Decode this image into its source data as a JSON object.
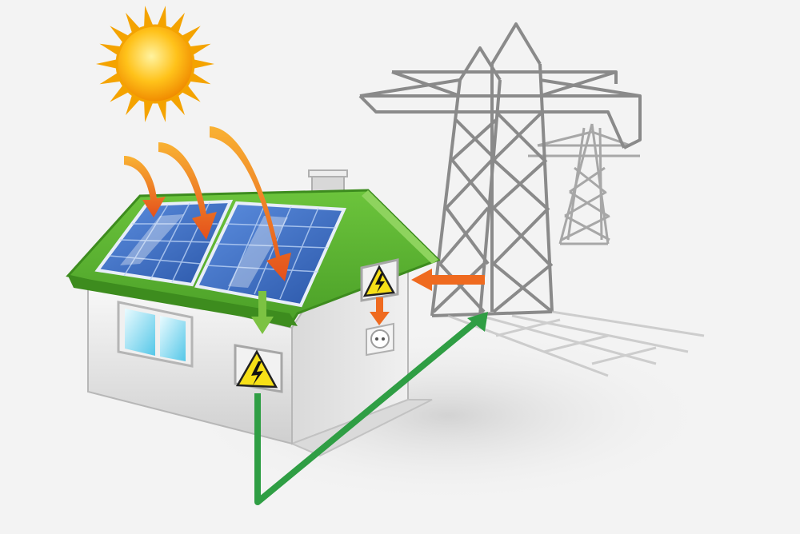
{
  "diagram": {
    "title": "",
    "components": [
      {
        "id": "sun",
        "icon": "sun-icon"
      },
      {
        "id": "solar-panels",
        "icon": "solar-panel-icon"
      },
      {
        "id": "house",
        "icon": "house-icon"
      },
      {
        "id": "meter-box-front",
        "icon": "high-voltage-warning-icon"
      },
      {
        "id": "meter-box-side",
        "icon": "high-voltage-warning-icon"
      },
      {
        "id": "power-outlet",
        "icon": "power-outlet-icon"
      },
      {
        "id": "transmission-towers",
        "icon": "transmission-tower-icon"
      }
    ],
    "flows": [
      {
        "from": "sun",
        "to": "solar-panels",
        "kind": "sunlight",
        "color": "#ef6a1f"
      },
      {
        "from": "solar-panels",
        "to": "meter-box-front",
        "kind": "solar-output",
        "color": "#7cc242"
      },
      {
        "from": "meter-box-front",
        "to": "transmission-towers",
        "kind": "export-to-grid",
        "color": "#2f9e44"
      },
      {
        "from": "transmission-towers",
        "to": "meter-box-side",
        "kind": "import-from-grid",
        "color": "#ef6a1f"
      },
      {
        "from": "meter-box-side",
        "to": "power-outlet",
        "kind": "household-supply",
        "color": "#ef6a1f"
      }
    ]
  },
  "colors": {
    "background": "#f3f3f3",
    "roof": "#5bb032",
    "roof_edge": "#3d8c1e",
    "sun": "#ffc21a",
    "sun_rays": "#f4a300",
    "sun_arrows": "#ef6a1f",
    "panel": "#3a6fc4",
    "grid_arrow": "#ef6a1f",
    "export_line": "#2f9e44",
    "solar_arrow": "#7cc242",
    "tower": "#8a8a8a",
    "warning": "#f7e017"
  }
}
